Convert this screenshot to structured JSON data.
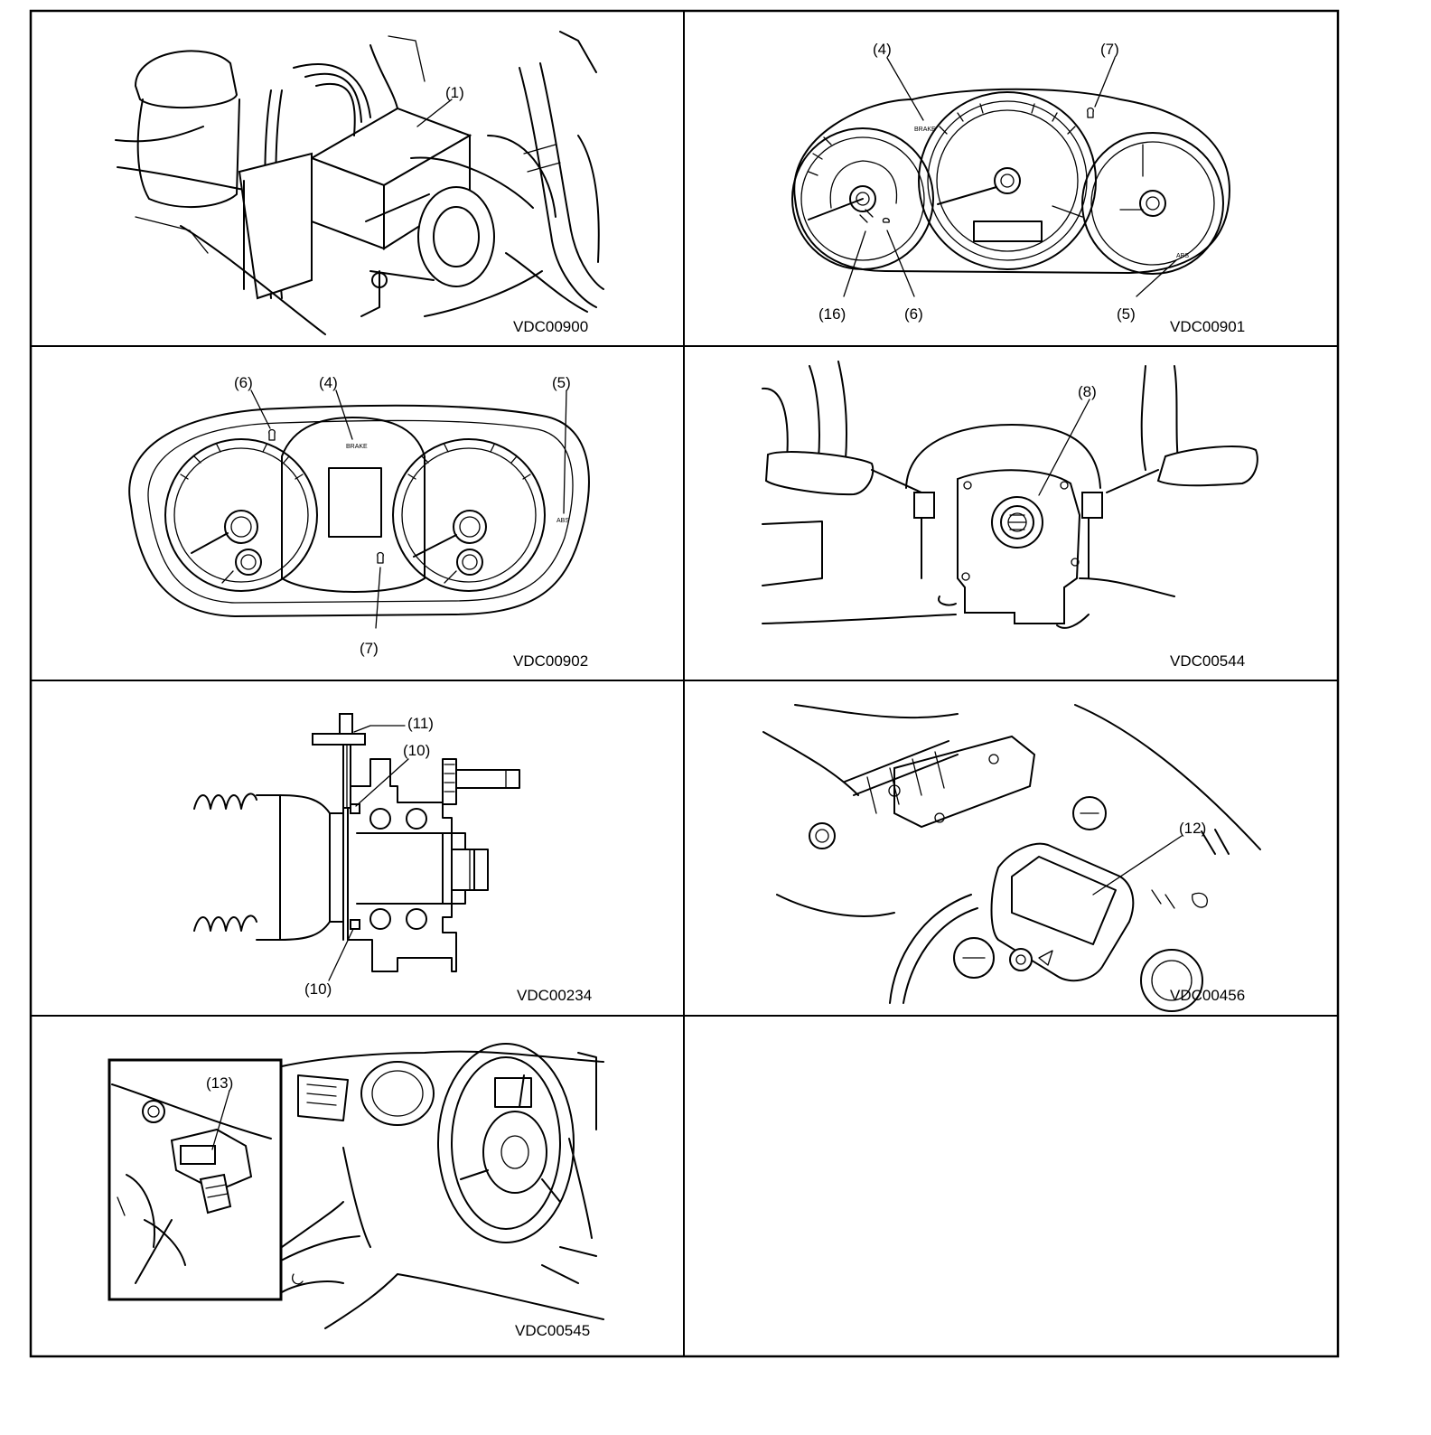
{
  "panels": [
    {
      "code": "VDC00900",
      "callouts": [
        "(1)"
      ]
    },
    {
      "code": "VDC00901",
      "callouts": [
        "(4)",
        "(7)",
        "(16)",
        "(6)",
        "(5)"
      ],
      "indicators": [
        "BRAKE",
        "ABS"
      ]
    },
    {
      "code": "VDC00902",
      "callouts": [
        "(6)",
        "(4)",
        "(5)",
        "(7)"
      ],
      "indicators": [
        "BRAKE",
        "ABS"
      ]
    },
    {
      "code": "VDC00544",
      "callouts": [
        "(8)"
      ]
    },
    {
      "code": "VDC00234",
      "callouts": [
        "(11)",
        "(10)",
        "(10)"
      ]
    },
    {
      "code": "VDC00456",
      "callouts": [
        "(12)"
      ]
    },
    {
      "code": "VDC00545",
      "callouts": [
        "(13)"
      ]
    }
  ]
}
